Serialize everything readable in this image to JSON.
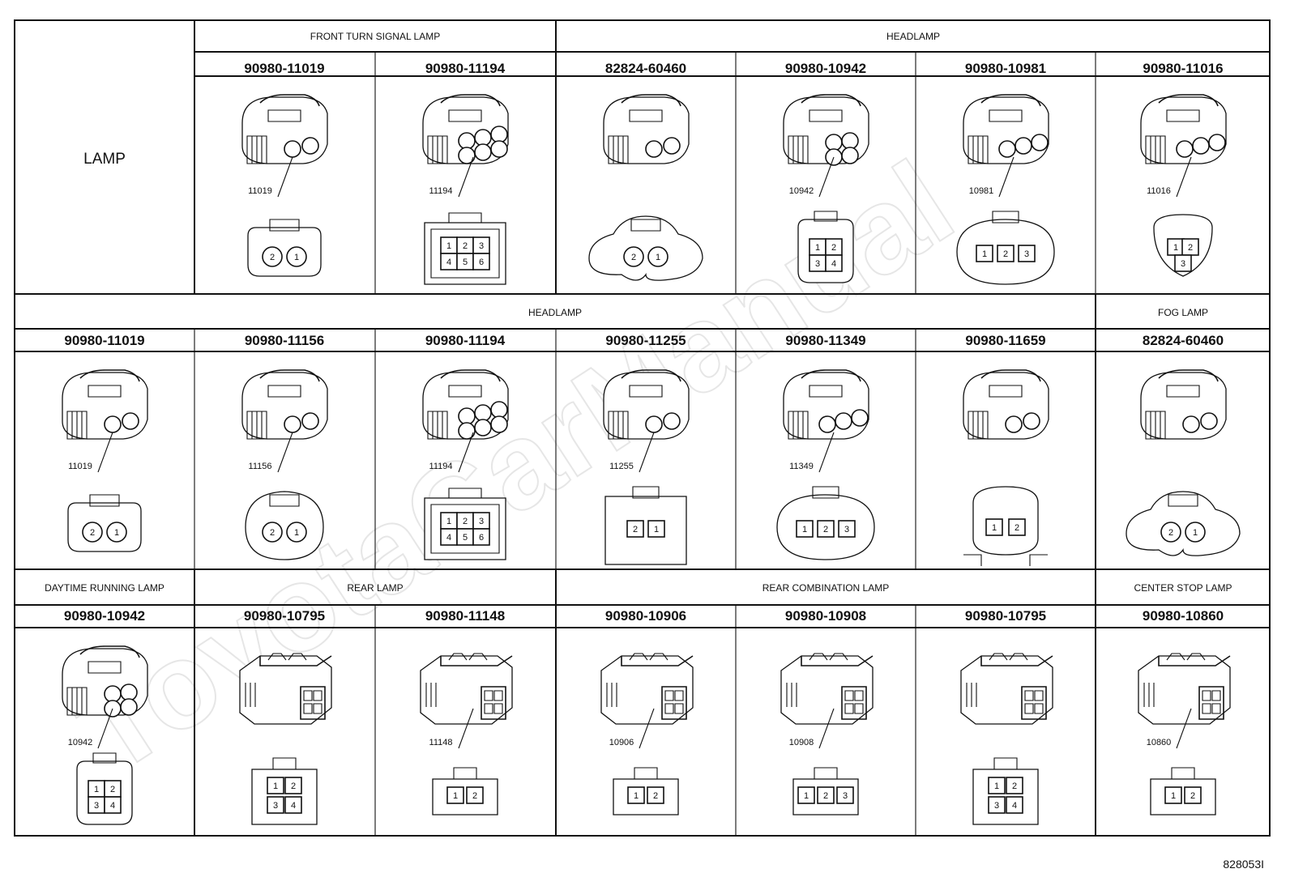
{
  "lamp_label": "LAMP",
  "sections": [
    {
      "label": "FRONT TURN SIGNAL LAMP"
    },
    {
      "label": "HEADLAMP"
    },
    {
      "label": "HEADLAMP"
    },
    {
      "label": "FOG LAMP"
    },
    {
      "label": "DAYTIME RUNNING LAMP"
    },
    {
      "label": "REAR LAMP"
    },
    {
      "label": "REAR COMBINATION LAMP"
    },
    {
      "label": "CENTER STOP LAMP"
    }
  ],
  "connectors": [
    {
      "part": "90980-11019",
      "callout": "11019",
      "style": "round",
      "pins": [
        "2",
        "1"
      ]
    },
    {
      "part": "90980-11194",
      "callout": "11194",
      "style": "hex",
      "pins": [
        "1",
        "2",
        "3",
        "4",
        "5",
        "6"
      ]
    },
    {
      "part": "82824-60460",
      "callout": "",
      "style": "oval",
      "pins": [
        "2",
        "1"
      ]
    },
    {
      "part": "90980-10942",
      "callout": "10942",
      "style": "quad",
      "pins": [
        "1",
        "2",
        "3",
        "4"
      ]
    },
    {
      "part": "90980-10981",
      "callout": "10981",
      "style": "triple",
      "pins": [
        "1",
        "2",
        "3"
      ]
    },
    {
      "part": "90980-11016",
      "callout": "11016",
      "style": "tri",
      "pins": [
        "1",
        "2",
        "3"
      ]
    },
    {
      "part": "90980-11019",
      "callout": "11019",
      "style": "round",
      "pins": [
        "2",
        "1"
      ]
    },
    {
      "part": "90980-11156",
      "callout": "11156",
      "style": "oval2",
      "pins": [
        "2",
        "1"
      ]
    },
    {
      "part": "90980-11194",
      "callout": "11194",
      "style": "hex",
      "pins": [
        "1",
        "2",
        "3",
        "4",
        "5",
        "6"
      ]
    },
    {
      "part": "90980-11255",
      "callout": "11255",
      "style": "sealed",
      "pins": [
        "2",
        "1"
      ]
    },
    {
      "part": "90980-11349",
      "callout": "11349",
      "style": "ellipse",
      "pins": [
        "1",
        "2",
        "3"
      ]
    },
    {
      "part": "90980-11659",
      "callout": "",
      "style": "clip",
      "pins": [
        "1",
        "2"
      ]
    },
    {
      "part": "82824-60460",
      "callout": "",
      "style": "oval",
      "pins": [
        "2",
        "1"
      ]
    },
    {
      "part": "90980-10942",
      "callout": "10942",
      "style": "quad",
      "pins": [
        "1",
        "2",
        "3",
        "4"
      ]
    },
    {
      "part": "90980-10795",
      "callout": "",
      "style": "rect4",
      "pins": [
        "1",
        "2",
        "3",
        "4"
      ]
    },
    {
      "part": "90980-11148",
      "callout": "11148",
      "style": "flat2",
      "pins": [
        "1",
        "2"
      ]
    },
    {
      "part": "90980-10906",
      "callout": "10906",
      "style": "rect2",
      "pins": [
        "1",
        "2"
      ]
    },
    {
      "part": "90980-10908",
      "callout": "10908",
      "style": "rect3",
      "pins": [
        "1",
        "2",
        "3"
      ]
    },
    {
      "part": "90980-10795",
      "callout": "",
      "style": "rect4",
      "pins": [
        "1",
        "2",
        "3",
        "4"
      ]
    },
    {
      "part": "90980-10860",
      "callout": "10860",
      "style": "rect2b",
      "pins": [
        "1",
        "2"
      ]
    }
  ],
  "figure_id": "828053I",
  "watermark": "ToyotaCarManual"
}
